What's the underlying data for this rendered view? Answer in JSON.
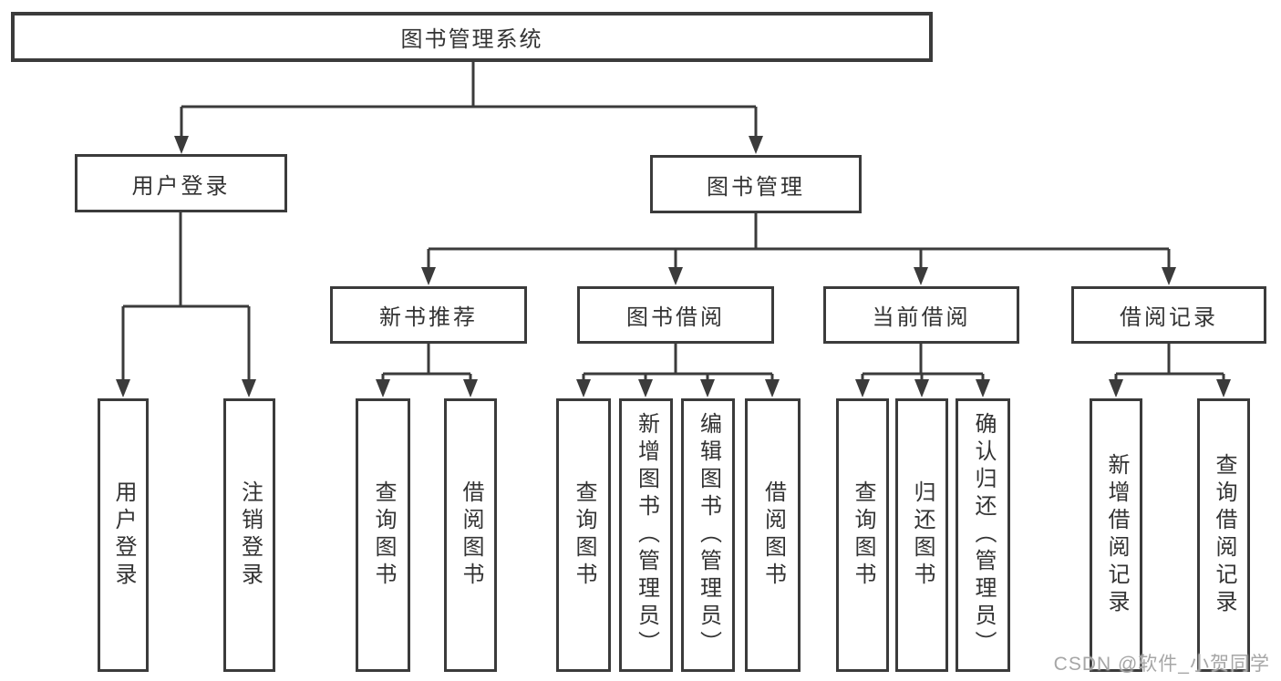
{
  "tree": {
    "root": {
      "label": "图书管理系统"
    },
    "user_login": {
      "label": "用户登录",
      "children": [
        {
          "label": "用户登录"
        },
        {
          "label": "注销登录"
        }
      ]
    },
    "book_mgmt": {
      "label": "图书管理",
      "children": [
        {
          "label": "新书推荐",
          "children": [
            {
              "label": "查询图书"
            },
            {
              "label": "借阅图书"
            }
          ]
        },
        {
          "label": "图书借阅",
          "children": [
            {
              "label": "查询图书"
            },
            {
              "label": "新增图书（管理员）"
            },
            {
              "label": "编辑图书（管理员）"
            },
            {
              "label": "借阅图书"
            }
          ]
        },
        {
          "label": "当前借阅",
          "children": [
            {
              "label": "查询图书"
            },
            {
              "label": "归还图书"
            },
            {
              "label": "确认归还（管理员）"
            }
          ]
        },
        {
          "label": "借阅记录",
          "children": [
            {
              "label": "新增借阅记录"
            },
            {
              "label": "查询借阅记录"
            }
          ]
        }
      ]
    }
  },
  "watermark": {
    "text": "CSDN @软件_小贺同学"
  },
  "colors": {
    "line": "#3b3b3b",
    "text": "#333333",
    "watermark": "#a6a6a6",
    "background": "#ffffff"
  }
}
